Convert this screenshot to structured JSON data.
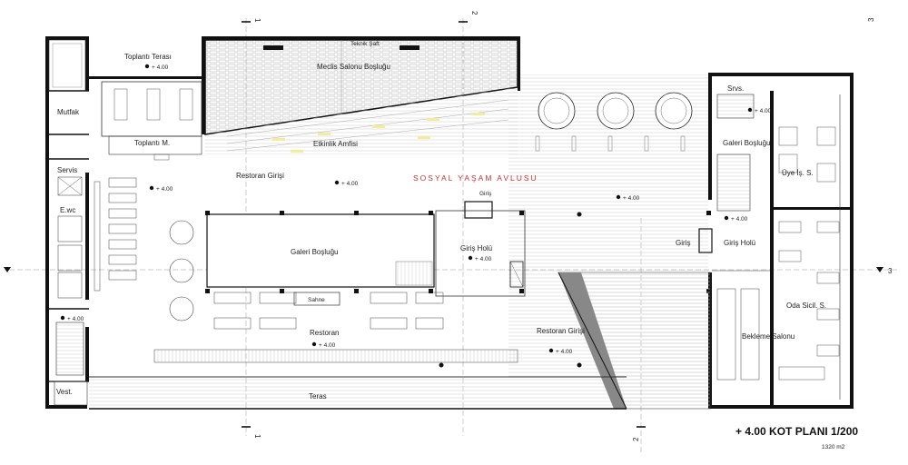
{
  "title": "+ 4.00 KOT PLANI 1/200",
  "area": "1320 m2",
  "courtyard": "SOSYAL YAŞAM AVLUSU",
  "section_markers": {
    "s1": "1",
    "s2": "2",
    "s3": "3"
  },
  "elevation_label": "+ 4.00",
  "rooms": {
    "toplanti_terasi": "Toplantı Terası",
    "meclis": "Meclis Salonu Boşluğu",
    "teknik": "Teknik Şaft",
    "mutfak": "Mutfak",
    "toplanti_m": "Toplantı M.",
    "etkinlik": "Etkinlik Amfisi",
    "servis": "Servis",
    "ewc": "E.wc",
    "restoran_girisi": "Restoran Girişi",
    "galeri": "Galeri Boşluğu",
    "giris_holu": "Giriş Holü",
    "sahne": "Sahne",
    "restoran": "Restoran",
    "teras": "Teras",
    "vest": "Vest.",
    "srvs": "Srvs.",
    "galeri_boslugu_right": "Galeri Boşluğu",
    "uye_is": "Üye İş. S.",
    "giris": "Giriş",
    "giris_holu_right": "Giriş Holü",
    "oda_sicil": "Oda Sicil. S.",
    "bekleme": "Bekleme Salonu",
    "giris_small": "Giriş",
    "restoran_girisi_2": "Restoran Girişi"
  }
}
